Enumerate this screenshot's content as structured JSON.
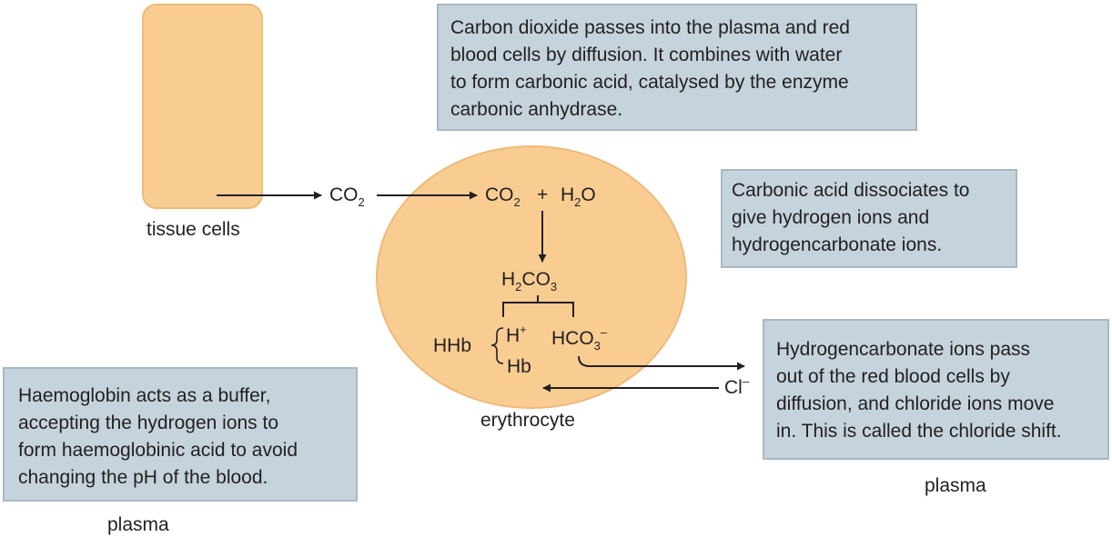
{
  "colors": {
    "box_fill": "#c5d3dc",
    "box_border": "#a9b8c2",
    "cell_fill": "#f9cd92",
    "cell_border": "#eeb97a",
    "arrow": "#231f20"
  },
  "boxes": {
    "top": [
      "Carbon dioxide passes into the plasma and red",
      "blood cells by diffusion. It combines with water",
      "to form carbonic acid, catalysed by the enzyme",
      "carbonic anhydrase."
    ],
    "right_top": [
      "Carbonic acid dissociates to",
      "give hydrogen ions and",
      "hydrogencarbonate ions."
    ],
    "right_bottom": [
      "Hydrogencarbonate ions pass",
      "out of the red blood cells by",
      "diffusion, and chloride ions move",
      "in. This is called the chloride shift."
    ],
    "left": [
      "Haemoglobin acts as a buffer,",
      "accepting the hydrogen ions to",
      "form haemoglobinic acid to avoid",
      "changing the pH of the blood."
    ]
  },
  "labels": {
    "tissue_cells": "tissue cells",
    "erythrocyte": "erythrocyte",
    "plasma_left": "plasma",
    "plasma_right": "plasma"
  },
  "chem": {
    "co2_outside": {
      "base": "CO",
      "sub": "2"
    },
    "co2_inside": {
      "base": "CO",
      "sub": "2"
    },
    "plus": "+",
    "water": {
      "a": "H",
      "sub": "2",
      "b": "O"
    },
    "carbonic_acid": {
      "a": "H",
      "sub1": "2",
      "b": "CO",
      "sub2": "3"
    },
    "hydrogen_ion": {
      "base": "H",
      "sup": "+"
    },
    "bicarbonate": {
      "base": "HCO",
      "sub": "3",
      "sup": "–"
    },
    "hhb": "HHb",
    "hb": "Hb",
    "chloride": {
      "base": "Cl",
      "sup": "–"
    }
  }
}
